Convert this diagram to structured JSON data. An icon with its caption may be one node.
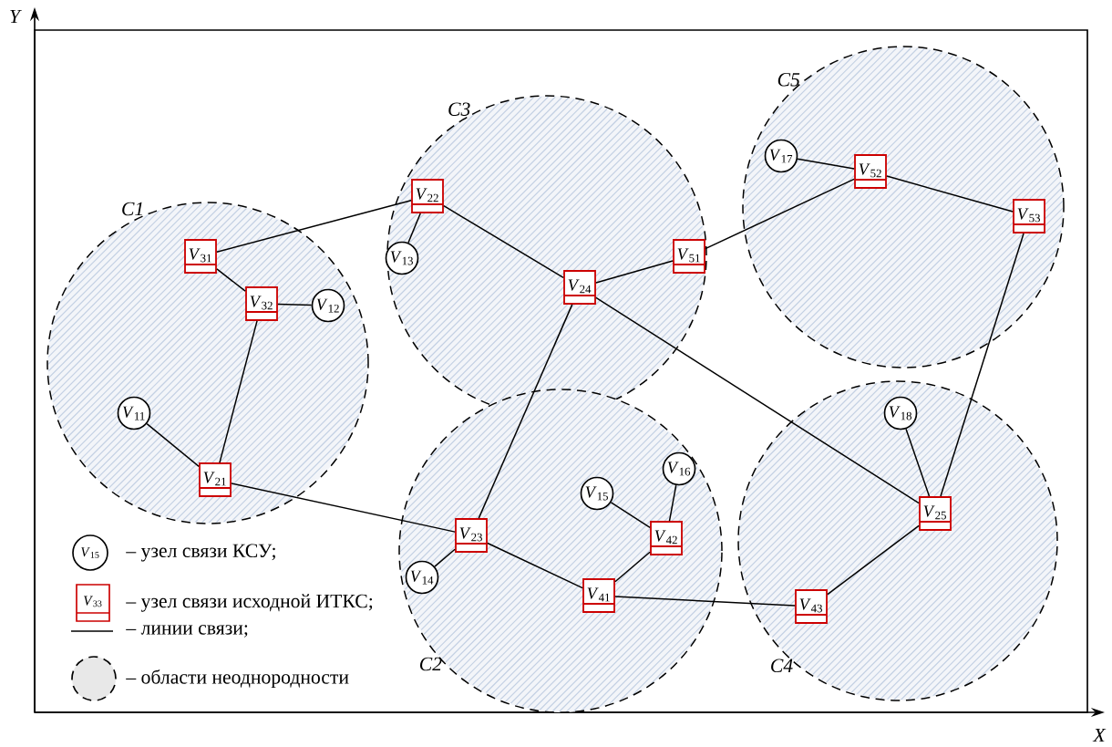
{
  "diagram": {
    "nodes": [
      {
        "text": [
          "C1"
        ]
      },
      {
        "text": [
          "*V*$_{31}$"
        ],
        "in": 0
      },
      {
        "text": [
          "*V*$_{32}$"
        ],
        "in": 0
      },
      {
        "text": [
          "*V*$_{12}$"
        ],
        "in": 0
      },
      {
        "text": [
          "*V*$_{11}$"
        ],
        "in": 0
      },
      {
        "text": [
          "*V*$_{21}$"
        ],
        "in": 0
      },
      {
        "text": [
          "C3"
        ]
      },
      {
        "text": [
          "*V*$_{22}$"
        ],
        "in": 6
      },
      {
        "text": [
          "*V*$_{13}$"
        ],
        "in": 6
      },
      {
        "text": [
          "*V*$_{24}$"
        ],
        "in": 6
      },
      {
        "text": [
          "*V*$_{51}$"
        ],
        "in": 6
      },
      {
        "text": [
          "C5"
        ]
      },
      {
        "text": [
          "*V*$_{17}$"
        ],
        "in": 11
      },
      {
        "text": [
          "*V*$_{52}$"
        ],
        "in": 11
      },
      {
        "text": [
          "*V*$_{53}$"
        ],
        "in": 11
      },
      {
        "text": [
          "C2"
        ]
      },
      {
        "text": [
          "*V*$_{23}$"
        ],
        "in": 15
      },
      {
        "text": [
          "*V*$_{14}$"
        ],
        "in": 15
      },
      {
        "text": [
          "*V*$_{15}$"
        ],
        "in": 15
      },
      {
        "text": [
          "*V*$_{16}$"
        ],
        "in": 15
      },
      {
        "text": [
          "*V*$_{42}$"
        ],
        "in": 15
      },
      {
        "text": [
          "*V*$_{41}$"
        ],
        "in": 15
      },
      {
        "text": [
          "C4"
        ]
      },
      {
        "text": [
          "*V*$_{18}$"
        ],
        "in": 22
      },
      {
        "text": [
          "*V*$_{25}$"
        ],
        "in": 22
      },
      {
        "text": [
          "*V*$_{43}$"
        ],
        "in": 22
      }
    ],
    "edges": [
      {
        "from": 1,
        "to": 7,
        "arrow": "none"
      },
      {
        "from": 1,
        "to": 2,
        "arrow": "none"
      },
      {
        "from": 2,
        "to": 3,
        "arrow": "none"
      },
      {
        "from": 2,
        "to": 5,
        "arrow": "none"
      },
      {
        "from": 4,
        "to": 5,
        "arrow": "none"
      },
      {
        "from": 5,
        "to": 16,
        "arrow": "none"
      },
      {
        "from": 7,
        "to": 8,
        "arrow": "none"
      },
      {
        "from": 7,
        "to": 9,
        "arrow": "none"
      },
      {
        "from": 9,
        "to": 10,
        "arrow": "none"
      },
      {
        "from": 9,
        "to": 16,
        "arrow": "none"
      },
      {
        "from": 9,
        "to": 24,
        "arrow": "none"
      },
      {
        "from": 10,
        "to": 13,
        "arrow": "none"
      },
      {
        "from": 12,
        "to": 13,
        "arrow": "none"
      },
      {
        "from": 13,
        "to": 14,
        "arrow": "none"
      },
      {
        "from": 14,
        "to": 24,
        "arrow": "none"
      },
      {
        "from": 16,
        "to": 17,
        "arrow": "none"
      },
      {
        "from": 16,
        "to": 21,
        "arrow": "none"
      },
      {
        "from": 18,
        "to": 20,
        "arrow": "none"
      },
      {
        "from": 19,
        "to": 20,
        "arrow": "none"
      },
      {
        "from": 20,
        "to": 21,
        "arrow": "none"
      },
      {
        "from": 21,
        "to": 25,
        "arrow": "none"
      },
      {
        "from": 23,
        "to": 24,
        "arrow": "none"
      },
      {
        "from": 24,
        "to": 25,
        "arrow": "none"
      }
    ],
    "labels": [
      "Y",
      "X",
      "*V*$_{15}$",
      "*V*$_{33}$"
    ],
    "legend": [
      {
        "text": "– узел связи КСУ;"
      },
      {
        "text": "– узел связи исходной ИТКС;"
      },
      {
        "text": "– линии связи;"
      },
      {
        "text": "– области неоднородности"
      }
    ]
  }
}
